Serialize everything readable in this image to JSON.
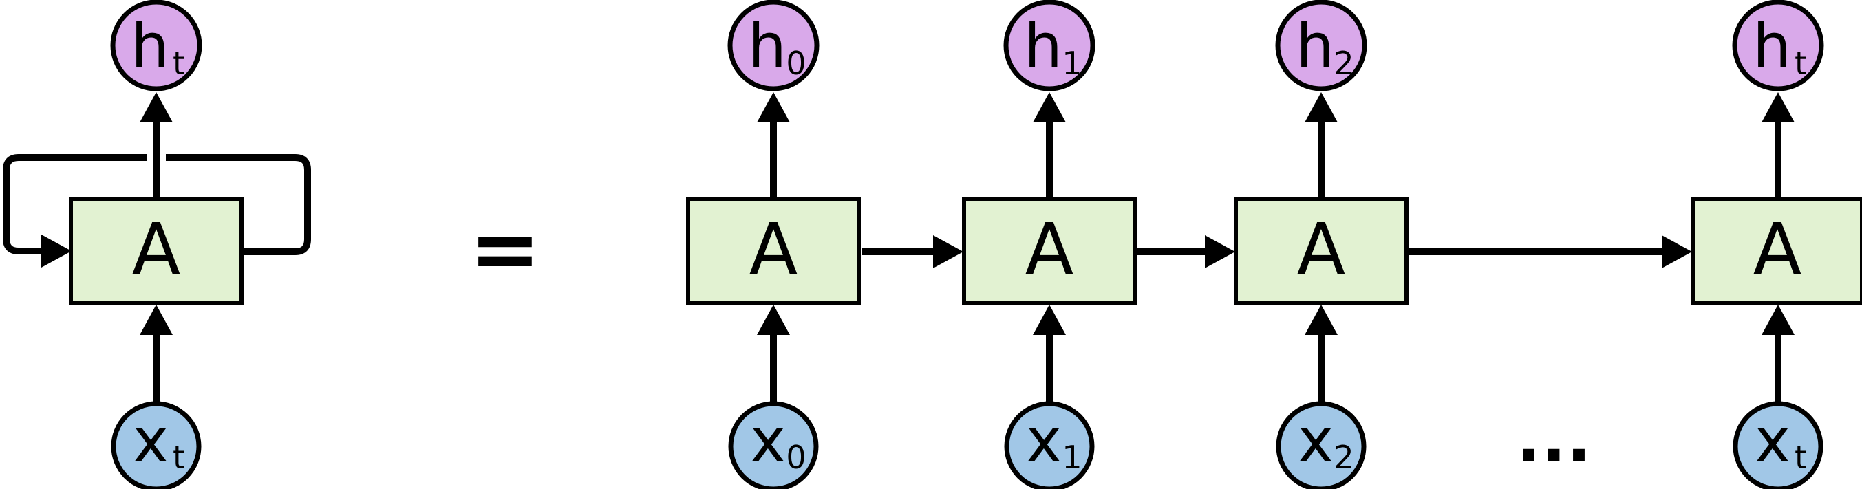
{
  "diagram": {
    "description": "recurrent-neural-network-unrolled",
    "equals_sign": "=",
    "ellipsis": "...",
    "folded_unit": {
      "cell": "A",
      "output_base": "h",
      "output_sub": "t",
      "input_base": "x",
      "input_sub": "t"
    },
    "unrolled_units": [
      {
        "cell": "A",
        "output_base": "h",
        "output_sub": "0",
        "input_base": "x",
        "input_sub": "0"
      },
      {
        "cell": "A",
        "output_base": "h",
        "output_sub": "1",
        "input_base": "x",
        "input_sub": "1"
      },
      {
        "cell": "A",
        "output_base": "h",
        "output_sub": "2",
        "input_base": "x",
        "input_sub": "2"
      },
      {
        "cell": "A",
        "output_base": "h",
        "output_sub": "t",
        "input_base": "x",
        "input_sub": "t"
      }
    ],
    "colors": {
      "output_node_fill": "#d9a9ea",
      "input_node_fill": "#a1c7e7",
      "cell_fill": "#e2f2d2",
      "line": "#000000"
    }
  }
}
